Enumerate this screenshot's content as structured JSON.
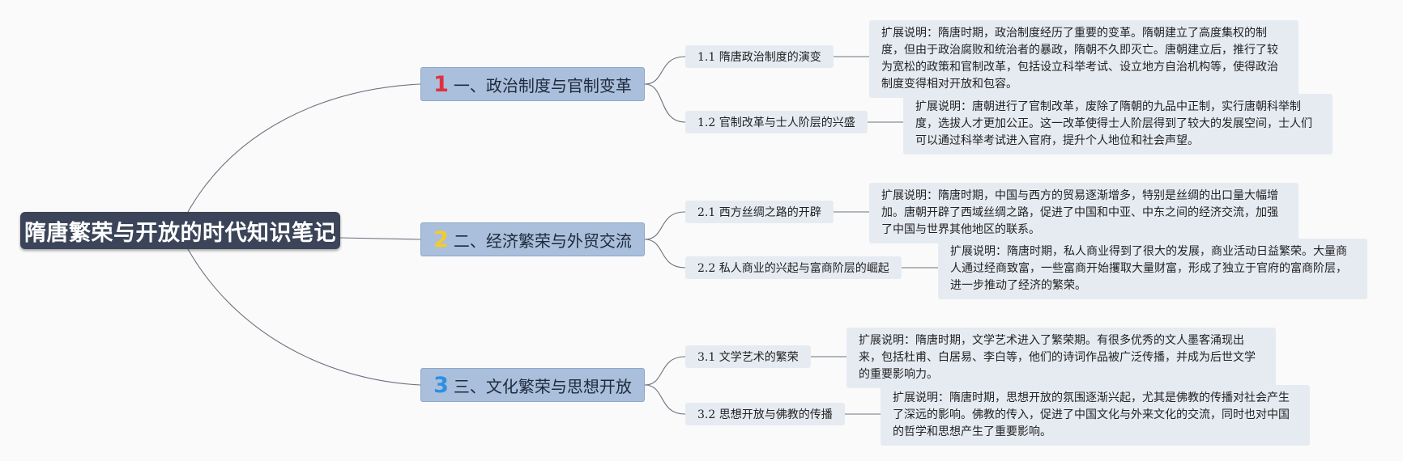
{
  "root": {
    "title": "隋唐繁荣与开放的时代知识笔记"
  },
  "branches": [
    {
      "number": "1",
      "number_color": "#e0303c",
      "title": "一、政治制度与官制变革",
      "subs": [
        {
          "title": "1.1 隋唐政治制度的演变",
          "note": "扩展说明：隋唐时期，政治制度经历了重要的变革。隋朝建立了高度集权的制度，但由于政治腐败和统治者的暴政，隋朝不久即灭亡。唐朝建立后，推行了较为宽松的政策和官制改革，包括设立科举考试、设立地方自治机构等，使得政治制度变得相对开放和包容。"
        },
        {
          "title": "1.2 官制改革与士人阶层的兴盛",
          "note": "扩展说明：唐朝进行了官制改革，废除了隋朝的九品中正制，实行唐朝科举制度，选拔人才更加公正。这一改革使得士人阶层得到了较大的发展空间，士人们可以通过科举考试进入官府，提升个人地位和社会声望。"
        }
      ]
    },
    {
      "number": "2",
      "number_color": "#f2cc2a",
      "title": "二、经济繁荣与外贸交流",
      "subs": [
        {
          "title": "2.1 西方丝绸之路的开辟",
          "note": "扩展说明：隋唐时期，中国与西方的贸易逐渐增多，特别是丝绸的出口量大幅增加。唐朝开辟了西域丝绸之路，促进了中国和中亚、中东之间的经济交流，加强了中国与世界其他地区的联系。"
        },
        {
          "title": "2.2 私人商业的兴起与富商阶层的崛起",
          "note": "扩展说明：隋唐时期，私人商业得到了很大的发展，商业活动日益繁荣。大量商人通过经商致富，一些富商开始攫取大量财富，形成了独立于官府的富商阶层，进一步推动了经济的繁荣。"
        }
      ]
    },
    {
      "number": "3",
      "number_color": "#2f8fe0",
      "title": "三、文化繁荣与思想开放",
      "subs": [
        {
          "title": "3.1 文学艺术的繁荣",
          "note": "扩展说明：隋唐时期，文学艺术进入了繁荣期。有很多优秀的文人墨客涌现出来，包括杜甫、白居易、李白等，他们的诗词作品被广泛传播，并成为后世文学的重要影响力。"
        },
        {
          "title": "3.2 思想开放与佛教的传播",
          "note": "扩展说明：隋唐时期，思想开放的氛围逐渐兴起，尤其是佛教的传播对社会产生了深远的影响。佛教的传入，促进了中国文化与外来文化的交流，同时也对中国的哲学和思想产生了重要影响。"
        }
      ]
    }
  ]
}
